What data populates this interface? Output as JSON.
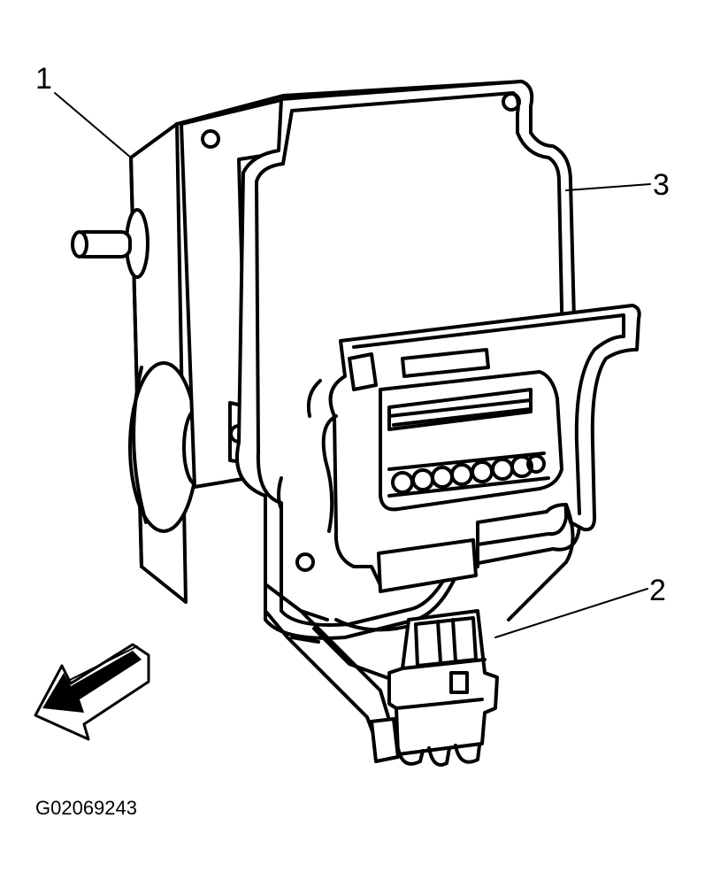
{
  "callouts": {
    "one": "1",
    "two": "2",
    "three": "3"
  },
  "figure_code": "G02069243",
  "colors": {
    "line": "#000000",
    "background": "#ffffff"
  }
}
